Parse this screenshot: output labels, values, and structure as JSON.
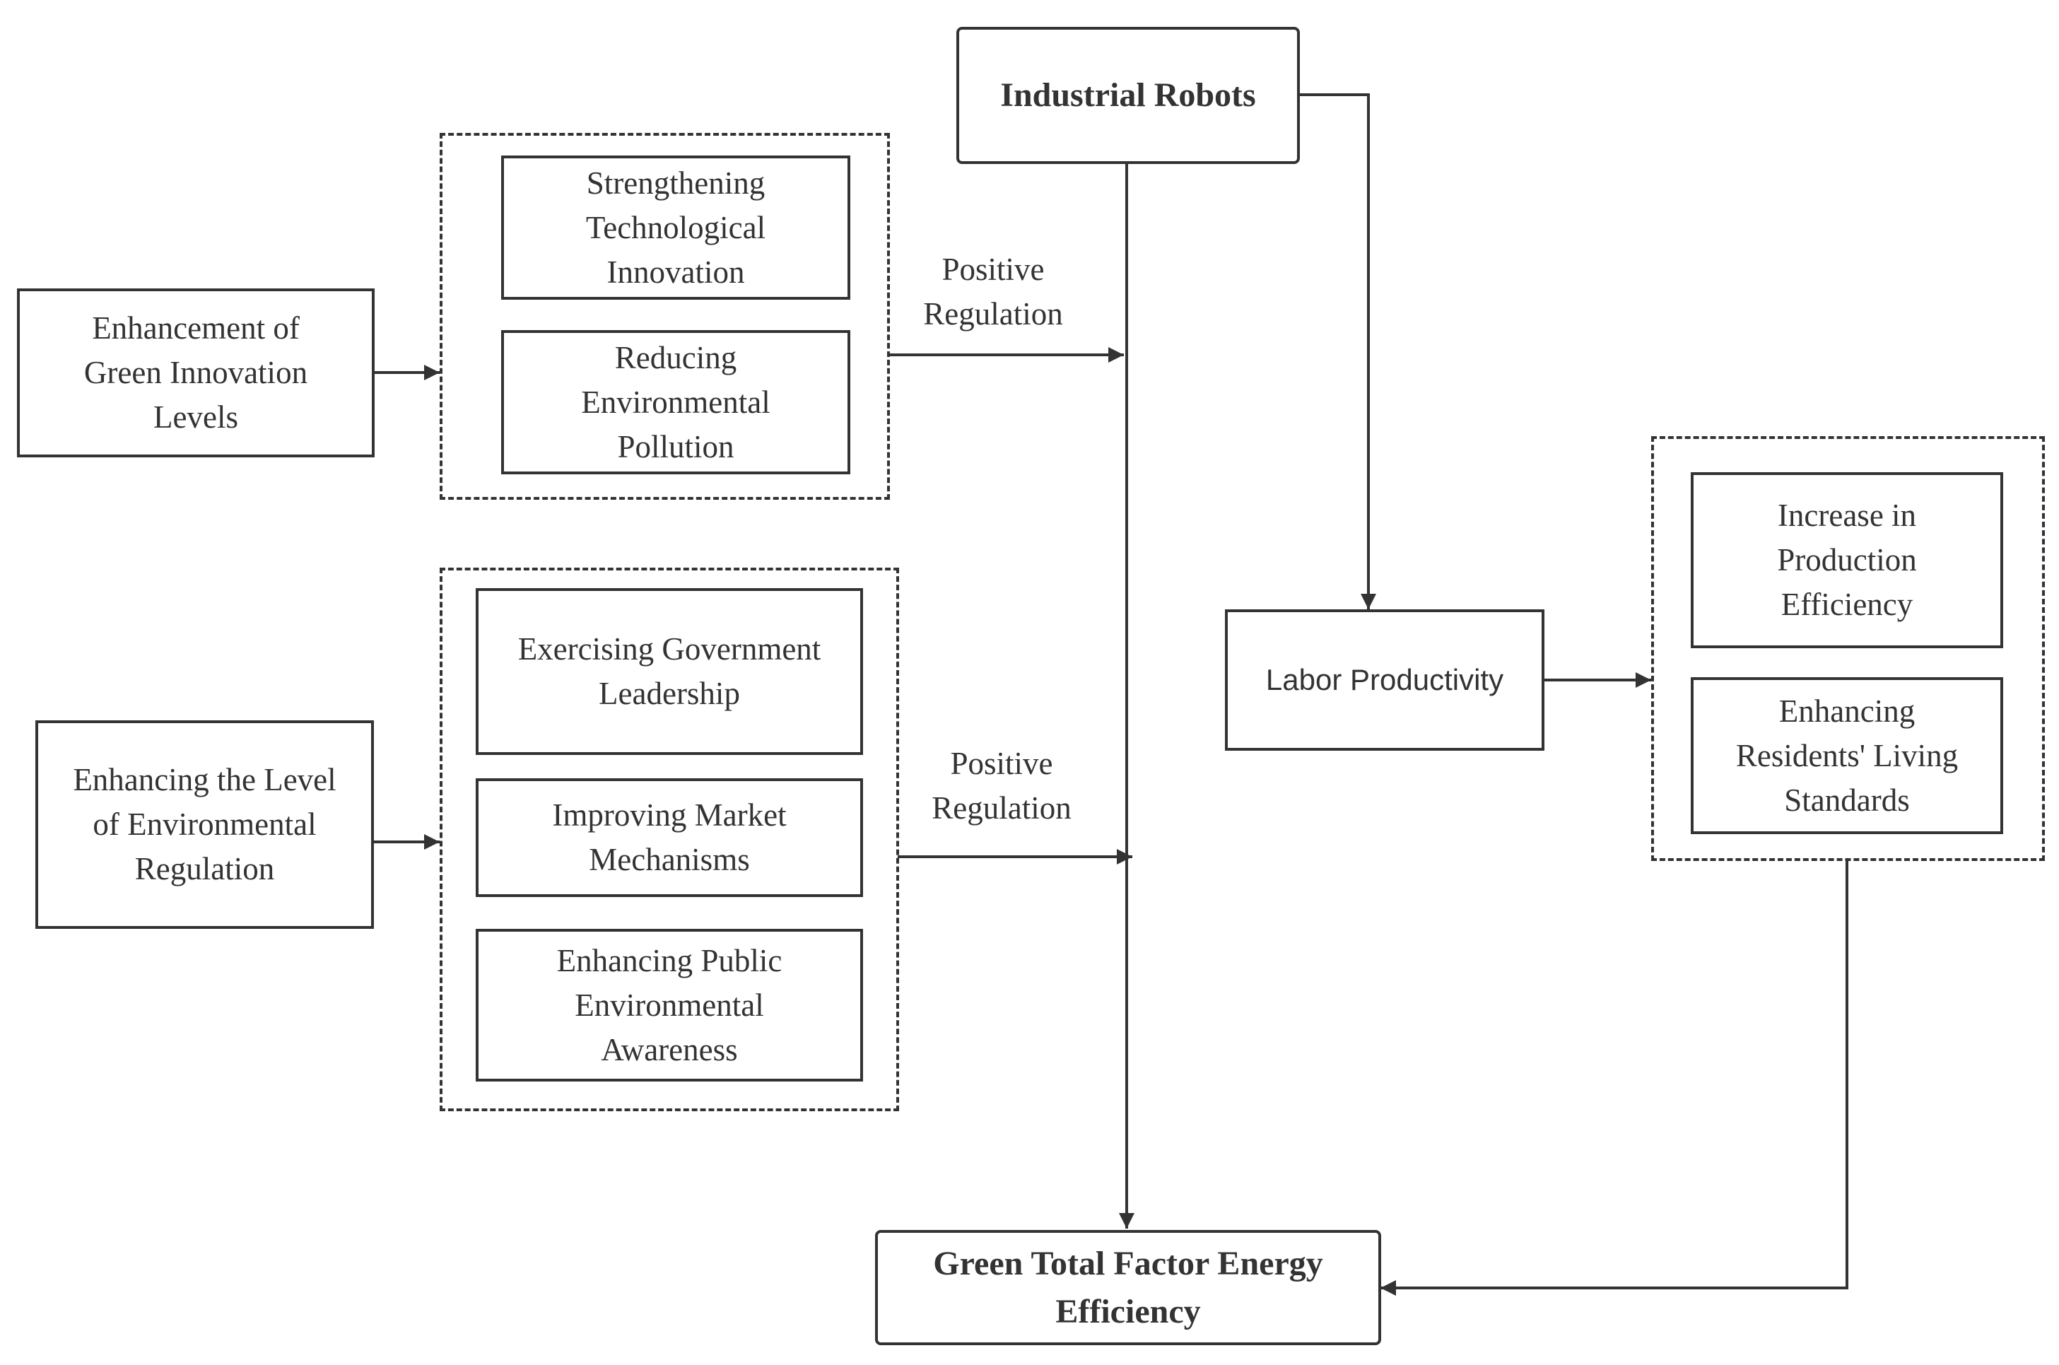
{
  "diagram": {
    "nodes": {
      "industrial_robots": "Industrial Robots",
      "green_innovation": "Enhancement of\nGreen Innovation\nLevels",
      "tech_innovation": "Strengthening\nTechnological\nInnovation",
      "reduce_pollution": "Reducing\nEnvironmental\nPollution",
      "env_regulation": "Enhancing the Level\nof Environmental\nRegulation",
      "gov_leadership": "Exercising Government\nLeadership",
      "market_mechanisms": "Improving Market\nMechanisms",
      "public_awareness": "Enhancing Public\nEnvironmental\nAwareness",
      "labor_productivity": "Labor Productivity",
      "production_efficiency": "Increase in\nProduction\nEfficiency",
      "living_standards": "Enhancing\nResidents' Living\nStandards",
      "gtfee": "Green Total Factor Energy\nEfficiency"
    },
    "edge_labels": {
      "positive_regulation_1": "Positive\nRegulation",
      "positive_regulation_2": "Positive\nRegulation"
    },
    "colors": {
      "line": "#333333",
      "background": "#ffffff"
    }
  }
}
